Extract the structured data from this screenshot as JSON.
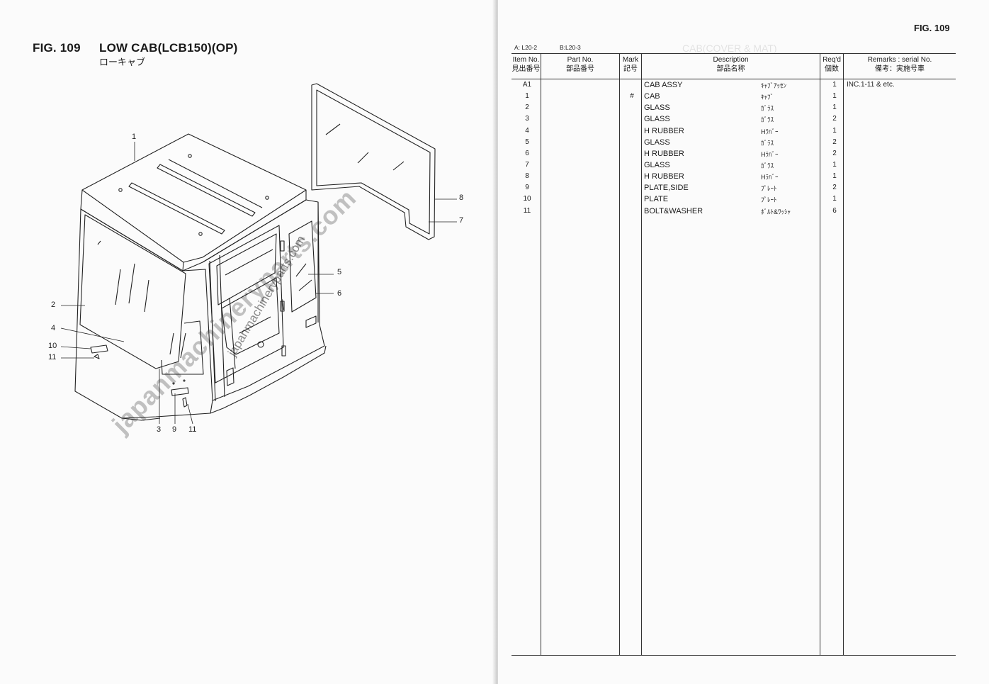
{
  "left_page": {
    "fig_number": "FIG. 109",
    "fig_name": "LOW CAB(LCB150)(OP)",
    "fig_name_jp": "ローキャブ",
    "callouts": [
      "1",
      "8",
      "7",
      "5",
      "6",
      "2",
      "4",
      "10",
      "11",
      "3",
      "9",
      "11"
    ],
    "watermarks": [
      "japanmachineryparts.com",
      "japanmachineryparts.com"
    ]
  },
  "right_page": {
    "fig_label": "FIG. 109",
    "codes": [
      "A: L20-2",
      "B:L20-3"
    ],
    "ghost_text": "CAB(COVER & MAT)",
    "headers": {
      "item": "Item No.",
      "item_jp": "見出番号",
      "part": "Part No.",
      "part_jp": "部品番号",
      "mark": "Mark",
      "mark_jp": "記号",
      "desc": "Description",
      "desc_jp": "部品名称",
      "qty": "Req'd",
      "qty_jp": "個数",
      "remarks": "Remarks : serial No.",
      "remarks_jp": "備考：実施号車"
    },
    "rows": [
      {
        "item": "A1",
        "mark": "",
        "desc": "CAB ASSY",
        "jp": "ｷｬﾌﾞｱｯｾﾝ",
        "qty": "1",
        "remarks": "INC.1-11 & etc."
      },
      {
        "item": "1",
        "mark": "#",
        "desc": "CAB",
        "jp": "ｷｬﾌﾞ",
        "qty": "1",
        "remarks": ""
      },
      {
        "item": "2",
        "mark": "",
        "desc": "GLASS",
        "jp": "ｶﾞﾗｽ",
        "qty": "1",
        "remarks": ""
      },
      {
        "item": "3",
        "mark": "",
        "desc": "GLASS",
        "jp": "ｶﾞﾗｽ",
        "qty": "2",
        "remarks": ""
      },
      {
        "item": "4",
        "mark": "",
        "desc": "H RUBBER",
        "jp": "Hﾗﾊﾞｰ",
        "qty": "1",
        "remarks": ""
      },
      {
        "item": "5",
        "mark": "",
        "desc": "GLASS",
        "jp": "ｶﾞﾗｽ",
        "qty": "2",
        "remarks": ""
      },
      {
        "item": "6",
        "mark": "",
        "desc": "H RUBBER",
        "jp": "Hﾗﾊﾞｰ",
        "qty": "2",
        "remarks": ""
      },
      {
        "item": "7",
        "mark": "",
        "desc": "GLASS",
        "jp": "ｶﾞﾗｽ",
        "qty": "1",
        "remarks": ""
      },
      {
        "item": "8",
        "mark": "",
        "desc": "H RUBBER",
        "jp": "Hﾗﾊﾞｰ",
        "qty": "1",
        "remarks": ""
      },
      {
        "item": "9",
        "mark": "",
        "desc": "PLATE,SIDE",
        "jp": "ﾌﾟﾚｰﾄ",
        "qty": "2",
        "remarks": ""
      },
      {
        "item": "10",
        "mark": "",
        "desc": "PLATE",
        "jp": "ﾌﾟﾚｰﾄ",
        "qty": "1",
        "remarks": ""
      },
      {
        "item": "11",
        "mark": "",
        "desc": "BOLT&WASHER",
        "jp": "ﾎﾞﾙﾄ&ﾜｯｼｬ",
        "qty": "6",
        "remarks": ""
      }
    ]
  }
}
